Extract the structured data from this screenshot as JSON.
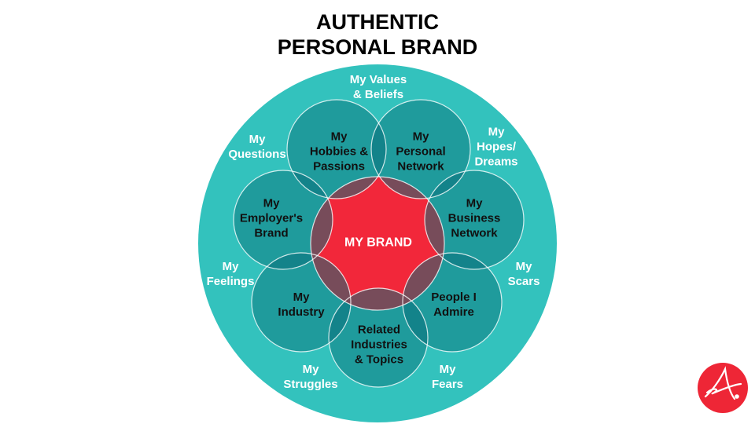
{
  "title": [
    "AUTHENTIC",
    "PERSONAL BRAND"
  ],
  "center_label": "MY BRAND",
  "inner_circles": [
    {
      "label": [
        "My",
        "Hobbies &",
        "Passions"
      ]
    },
    {
      "label": [
        "My",
        "Personal",
        "Network"
      ]
    },
    {
      "label": [
        "My",
        "Business",
        "Network"
      ]
    },
    {
      "label": [
        "People I",
        "Admire"
      ]
    },
    {
      "label": [
        "Related",
        "Industries",
        "& Topics"
      ]
    },
    {
      "label": [
        "My",
        "Industry"
      ]
    },
    {
      "label": [
        "My",
        "Employer's",
        "Brand"
      ]
    }
  ],
  "outer_labels": [
    [
      "My Values",
      "& Beliefs"
    ],
    [
      "My",
      "Hopes/",
      "Dreams"
    ],
    [
      "My",
      "Scars"
    ],
    [
      "My",
      "Fears"
    ],
    [
      "My",
      "Struggles"
    ],
    [
      "My",
      "Feelings"
    ],
    [
      "My",
      "Questions"
    ]
  ],
  "colors": {
    "outer": "#33c2bd",
    "inner": "#1f9b9c",
    "overlap": "#13838a",
    "center": "#f2273a",
    "center_overlap": "#774c5a",
    "logo": "#ee2636"
  },
  "logo_icon": "script-a-logo"
}
